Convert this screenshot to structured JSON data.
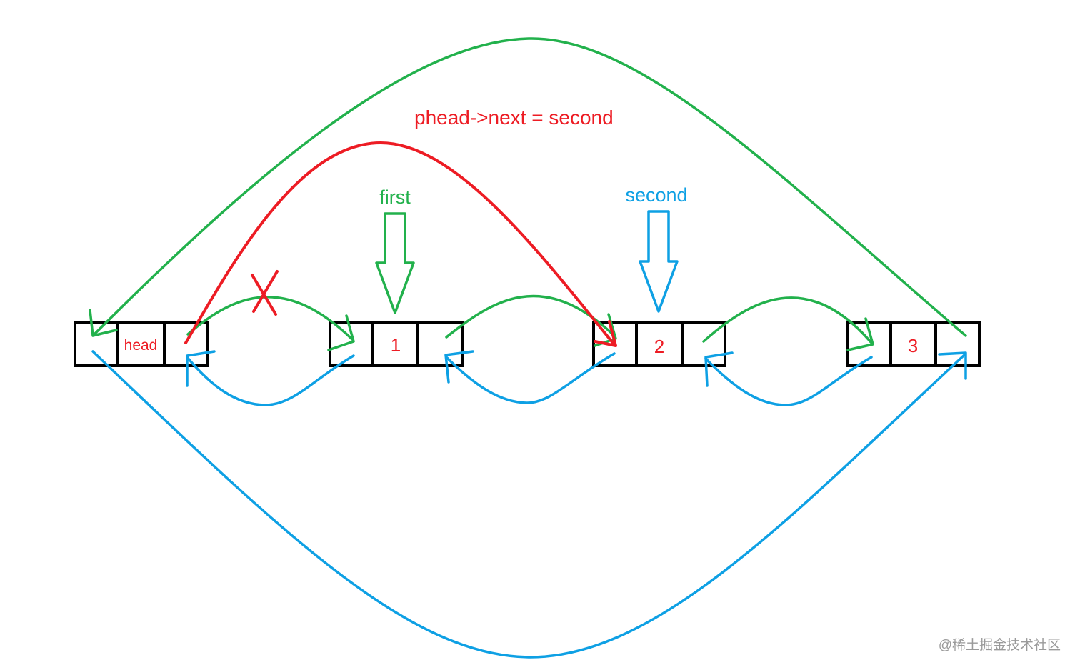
{
  "colors": {
    "green": "#22b14c",
    "blue": "#0ea0e4",
    "red": "#ed1c24",
    "black": "#000000",
    "watermark": "#9a9a9a"
  },
  "nodes": {
    "head": {
      "value": "head"
    },
    "n1": {
      "value": "1"
    },
    "n2": {
      "value": "2"
    },
    "n3": {
      "value": "3"
    }
  },
  "labels": {
    "first": "first",
    "second": "second",
    "assignment": "phead->next = second"
  },
  "marks": {
    "removed_link": "cross-mark"
  },
  "watermark": "@稀土掘金技术社区"
}
